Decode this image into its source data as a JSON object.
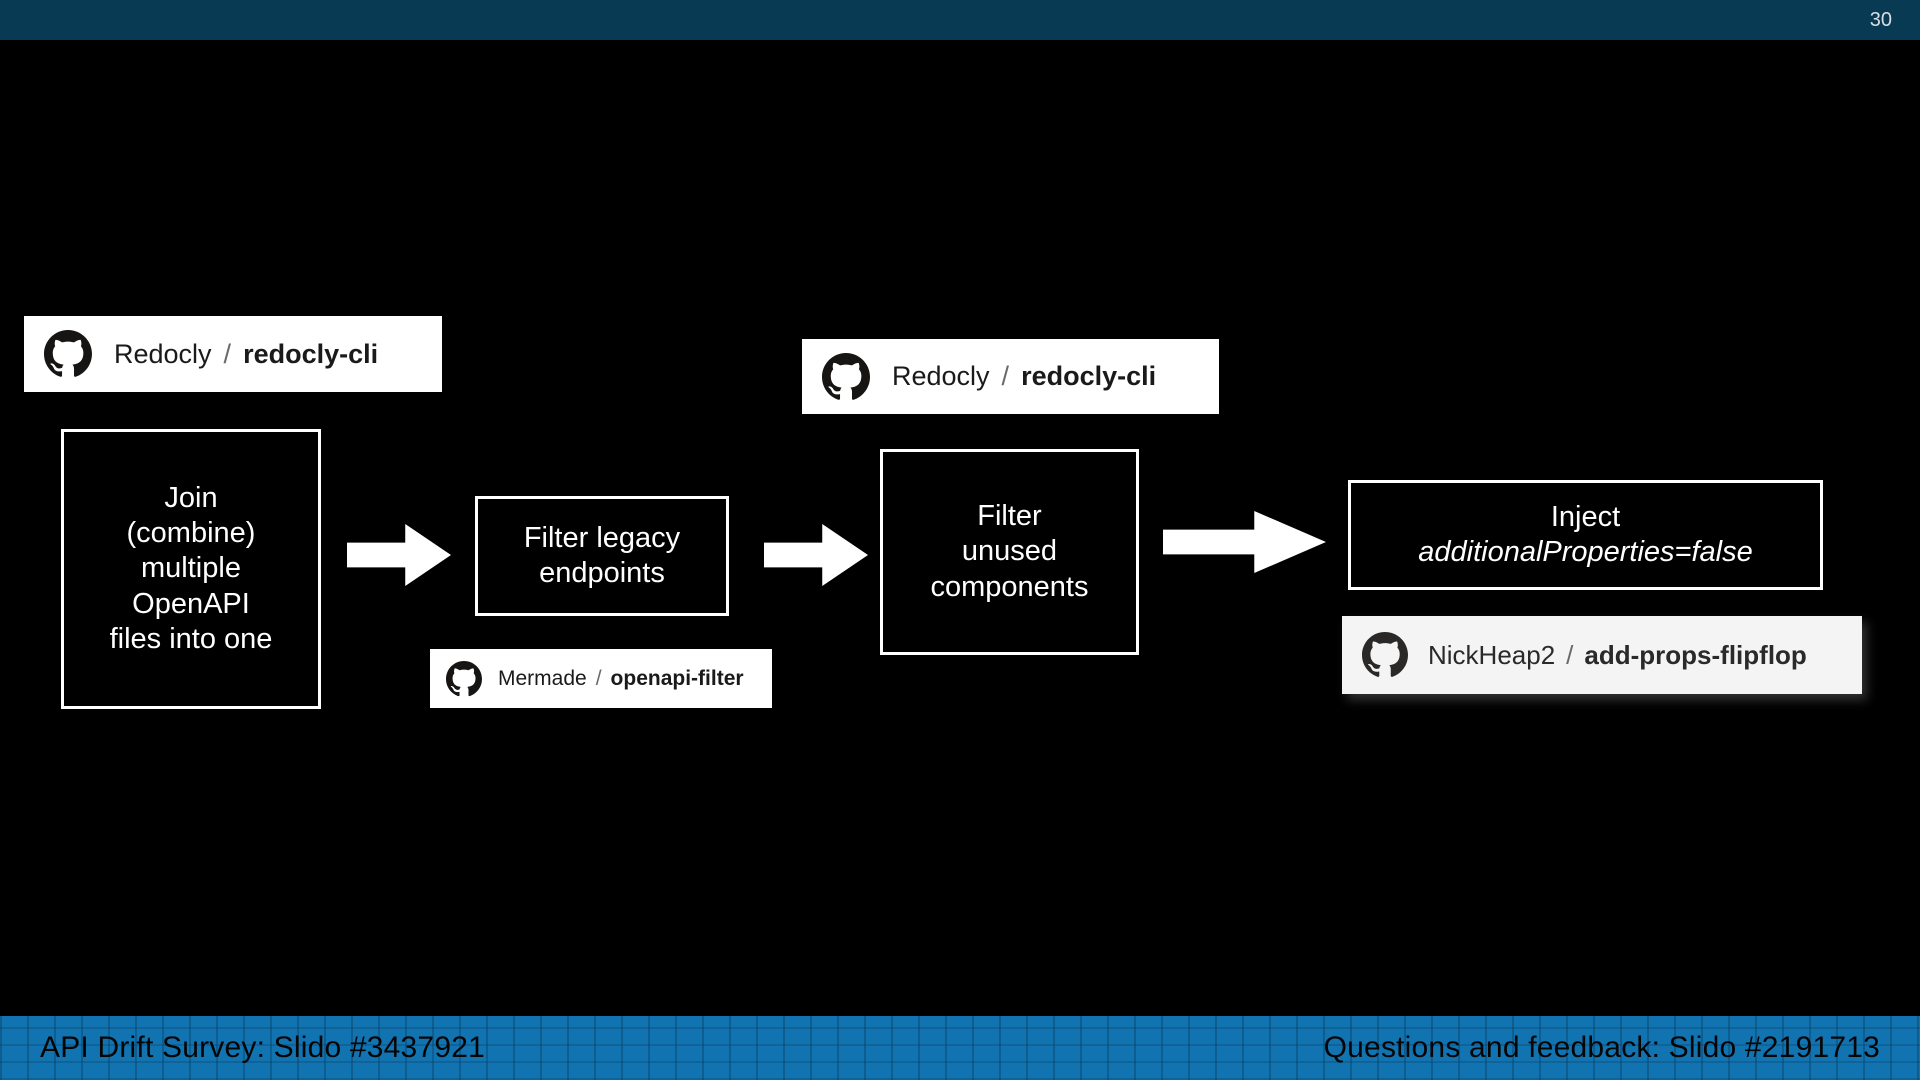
{
  "slide": {
    "number": "30",
    "colors": {
      "background": "#000000",
      "top_bar": "#083a53",
      "bottom_bar": "#1273b1",
      "box_border": "#ffffff",
      "box_text": "#ffffff",
      "badge_background": "#ffffff",
      "arrow": "#ffffff"
    }
  },
  "footer": {
    "left": "API Drift Survey: Slido #3437921",
    "right": "Questions and feedback: Slido #2191713"
  },
  "diagram": {
    "badges": [
      {
        "icon": "github-octocat-icon",
        "owner": "Redocly",
        "sep": "/",
        "repo": "redocly-cli"
      },
      {
        "icon": "github-octocat-icon",
        "owner": "Mermade",
        "sep": "/",
        "repo": "openapi-filter"
      },
      {
        "icon": "github-octocat-icon",
        "owner": "Redocly",
        "sep": "/",
        "repo": "redocly-cli"
      },
      {
        "icon": "github-octocat-icon",
        "owner": "NickHeap2",
        "sep": "/",
        "repo": "add-props-flipflop"
      }
    ],
    "steps": [
      {
        "label": "Join\n(combine)\nmultiple\nOpenAPI\nfiles into one"
      },
      {
        "label": "Filter legacy\nendpoints"
      },
      {
        "label": "Filter\nunused\ncomponents"
      },
      {
        "label": "Inject",
        "value": "additionalProperties=false"
      }
    ]
  }
}
